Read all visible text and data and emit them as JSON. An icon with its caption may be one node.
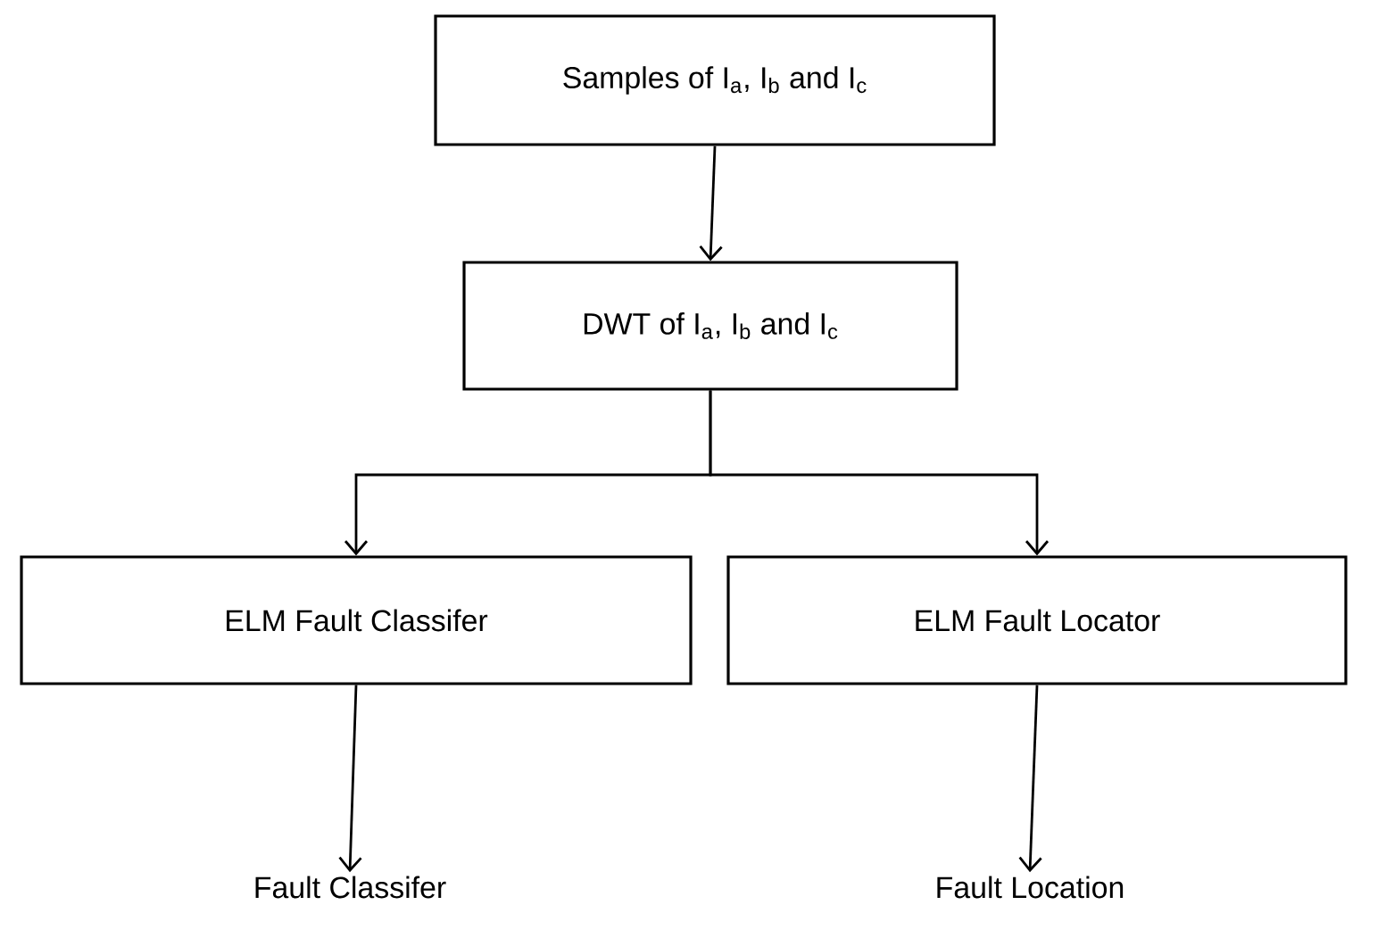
{
  "diagram": {
    "nodes": [
      {
        "text": [
          "Samples of I$_{a}$, I$_{b}$ and I$_{c}$"
        ]
      },
      {
        "text": [
          "DWT of I$_{a}$, I$_{b}$ and I$_{c}$"
        ]
      },
      {
        "text": [
          "ELM Fault Classifer"
        ]
      },
      {
        "text": [
          "ELM Fault Locator"
        ]
      },
      {
        "text": [
          "Fault Classifer"
        ]
      },
      {
        "text": [
          "Fault Location"
        ]
      }
    ],
    "edges": [
      {
        "from": 0,
        "to": 1,
        "arrow": "to"
      },
      {
        "from": 1,
        "to": 2,
        "arrow": "to"
      },
      {
        "from": 1,
        "to": 3,
        "arrow": "to"
      },
      {
        "from": 2,
        "to": 4,
        "arrow": "to"
      },
      {
        "from": 3,
        "to": 5,
        "arrow": "to"
      }
    ]
  }
}
